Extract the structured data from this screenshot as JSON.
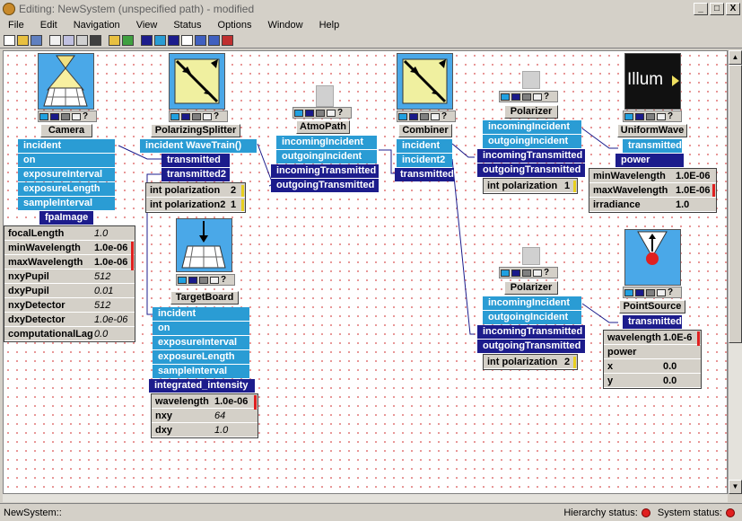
{
  "window": {
    "title": "Editing:  NewSystem  (unspecified path) - modified",
    "minimize": "_",
    "maximize": "□",
    "close": "X"
  },
  "menu": [
    "File",
    "Edit",
    "Navigation",
    "View",
    "Status",
    "Options",
    "Window",
    "Help"
  ],
  "toolbar_icons": [
    "new-icon",
    "open-icon",
    "save-icon",
    "copy-icon",
    "paste-icon",
    "cut-icon",
    "fit-icon",
    "up-icon",
    "down-icon",
    "forward-icon",
    "back-icon",
    "connect-icon",
    "list-icon",
    "zoom-in-icon",
    "zoom-out-icon",
    "search-icon"
  ],
  "ctrl_help": "?",
  "components": {
    "camera": {
      "name": "Camera",
      "ports": [
        "incident",
        "on",
        "exposureInterval",
        "exposureLength",
        "sampleInterval"
      ],
      "out": "fpaImage",
      "props": [
        {
          "k": "focalLength",
          "v": "1.0"
        },
        {
          "k": "minWavelength",
          "v": "1.0e-06"
        },
        {
          "k": "maxWavelength",
          "v": "1.0e-06"
        },
        {
          "k": "nxyPupil",
          "v": "512"
        },
        {
          "k": "dxyPupil",
          "v": "0.01"
        },
        {
          "k": "nxyDetector",
          "v": "512"
        },
        {
          "k": "dxyDetector",
          "v": "1.0e-06"
        },
        {
          "k": "computationalLag",
          "v": "0.0"
        }
      ]
    },
    "splitter": {
      "name": "PolarizingSplitter",
      "in": "incident WaveTrain()",
      "outs": [
        "transmitted",
        "transmitted2"
      ],
      "props": [
        {
          "k": "int polarization",
          "v": "2"
        },
        {
          "k": "int polarization2",
          "v": "1"
        }
      ]
    },
    "atmo": {
      "name": "AtmoPath",
      "ins": [
        "incomingIncident",
        "outgoingIncident"
      ],
      "outs": [
        "incomingTransmitted",
        "outgoingTransmitted"
      ]
    },
    "combiner": {
      "name": "Combiner",
      "ins": [
        "incident",
        "incident2"
      ],
      "out": "transmitted"
    },
    "polarizer1": {
      "name": "Polarizer",
      "ins": [
        "incomingIncident",
        "outgoingIncident"
      ],
      "outs": [
        "incomingTransmitted",
        "outgoingTransmitted"
      ],
      "props": [
        {
          "k": "int polarization",
          "v": "1"
        }
      ]
    },
    "uniform": {
      "name": "UniformWave",
      "icon_text": "Illum",
      "ins": [
        "transmitted"
      ],
      "out": "power",
      "props": [
        {
          "k": "minWavelength",
          "v": "1.0E-06"
        },
        {
          "k": "maxWavelength",
          "v": "1.0E-06"
        },
        {
          "k": "irradiance",
          "v": "1.0"
        }
      ]
    },
    "target": {
      "name": "TargetBoard",
      "ports": [
        "incident",
        "on",
        "exposureInterval",
        "exposureLength",
        "sampleInterval"
      ],
      "out": "integrated_intensity",
      "props": [
        {
          "k": "wavelength",
          "v": "1.0e-06"
        },
        {
          "k": "nxy",
          "v": "64"
        },
        {
          "k": "dxy",
          "v": "1.0"
        }
      ]
    },
    "polarizer2": {
      "name": "Polarizer",
      "ins": [
        "incomingIncident",
        "outgoingIncident"
      ],
      "outs": [
        "incomingTransmitted",
        "outgoingTransmitted"
      ],
      "props": [
        {
          "k": "int polarization",
          "v": "2"
        }
      ]
    },
    "point": {
      "name": "PointSource",
      "out": "transmitted",
      "props": [
        {
          "k": "wavelength",
          "v": "1.0E-6"
        },
        {
          "k": "power",
          "v": ""
        },
        {
          "k": "x",
          "v": "0.0"
        },
        {
          "k": "y",
          "v": "0.0"
        }
      ]
    }
  },
  "status": {
    "left": "NewSystem::",
    "hierarchy": "Hierarchy status:",
    "system": "System status:"
  }
}
